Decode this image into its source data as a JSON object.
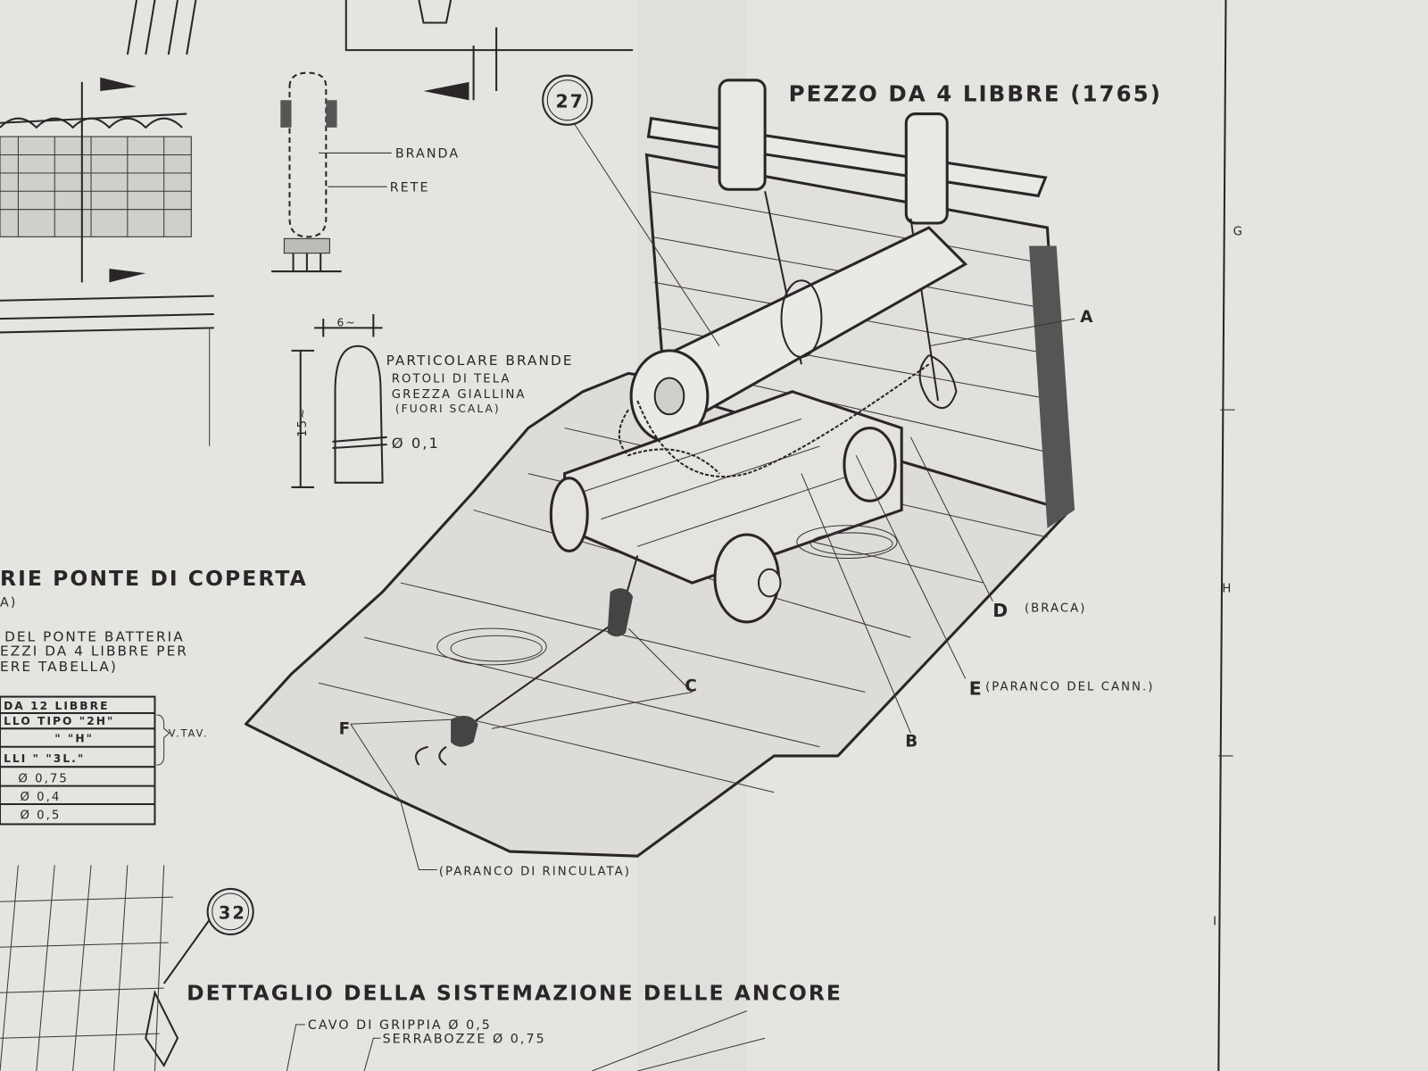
{
  "sheet": {
    "grid_letters": [
      "G",
      "H",
      "I"
    ],
    "hammock": {
      "labels": [
        "BRANDA",
        "RETE"
      ],
      "detail_title": "PARTICOLARE BRANDE",
      "detail_lines": [
        "ROTOLI DI TELA",
        "GREZZA GIALLINA",
        "(FUORI SCALA)"
      ],
      "dim_width": "6~",
      "dim_height": "15~",
      "dim_diameter": "Ø 0,1"
    },
    "gun": {
      "number": "27",
      "title": "PEZZO DA 4 LIBBRE (1765)",
      "callouts": {
        "A": "A",
        "B": "B",
        "C": "C",
        "D": "D",
        "D_note": "(BRACA)",
        "E": "E",
        "E_note": "(PARANCO DEL CANN.)",
        "F": "F",
        "F_note": "(PARANCO DI RINCULATA)"
      }
    },
    "battery": {
      "title_fragment": "RIE PONTE DI COPERTA",
      "subtitle_fragment": "A)",
      "notes": [
        "DEL PONTE BATTERIA",
        "EZZI DA 4 LIBBRE PER",
        "ERE TABELLA)"
      ],
      "table_rows": [
        "DA 12 LIBBRE",
        "LLO TIPO \"2H\"",
        "\" \"H\"",
        "LLI \" \"3L.\"",
        "Ø 0,75",
        "Ø 0,4",
        "Ø 0,5"
      ],
      "table_ref": "V.TAV."
    },
    "anchors": {
      "number": "32",
      "title": "DETTAGLIO DELLA SISTEMAZIONE DELLE ANCORE",
      "labels": [
        "CAVO DI GRIPPIA Ø 0,5",
        "SERRABOZZE Ø 0,75"
      ]
    }
  }
}
